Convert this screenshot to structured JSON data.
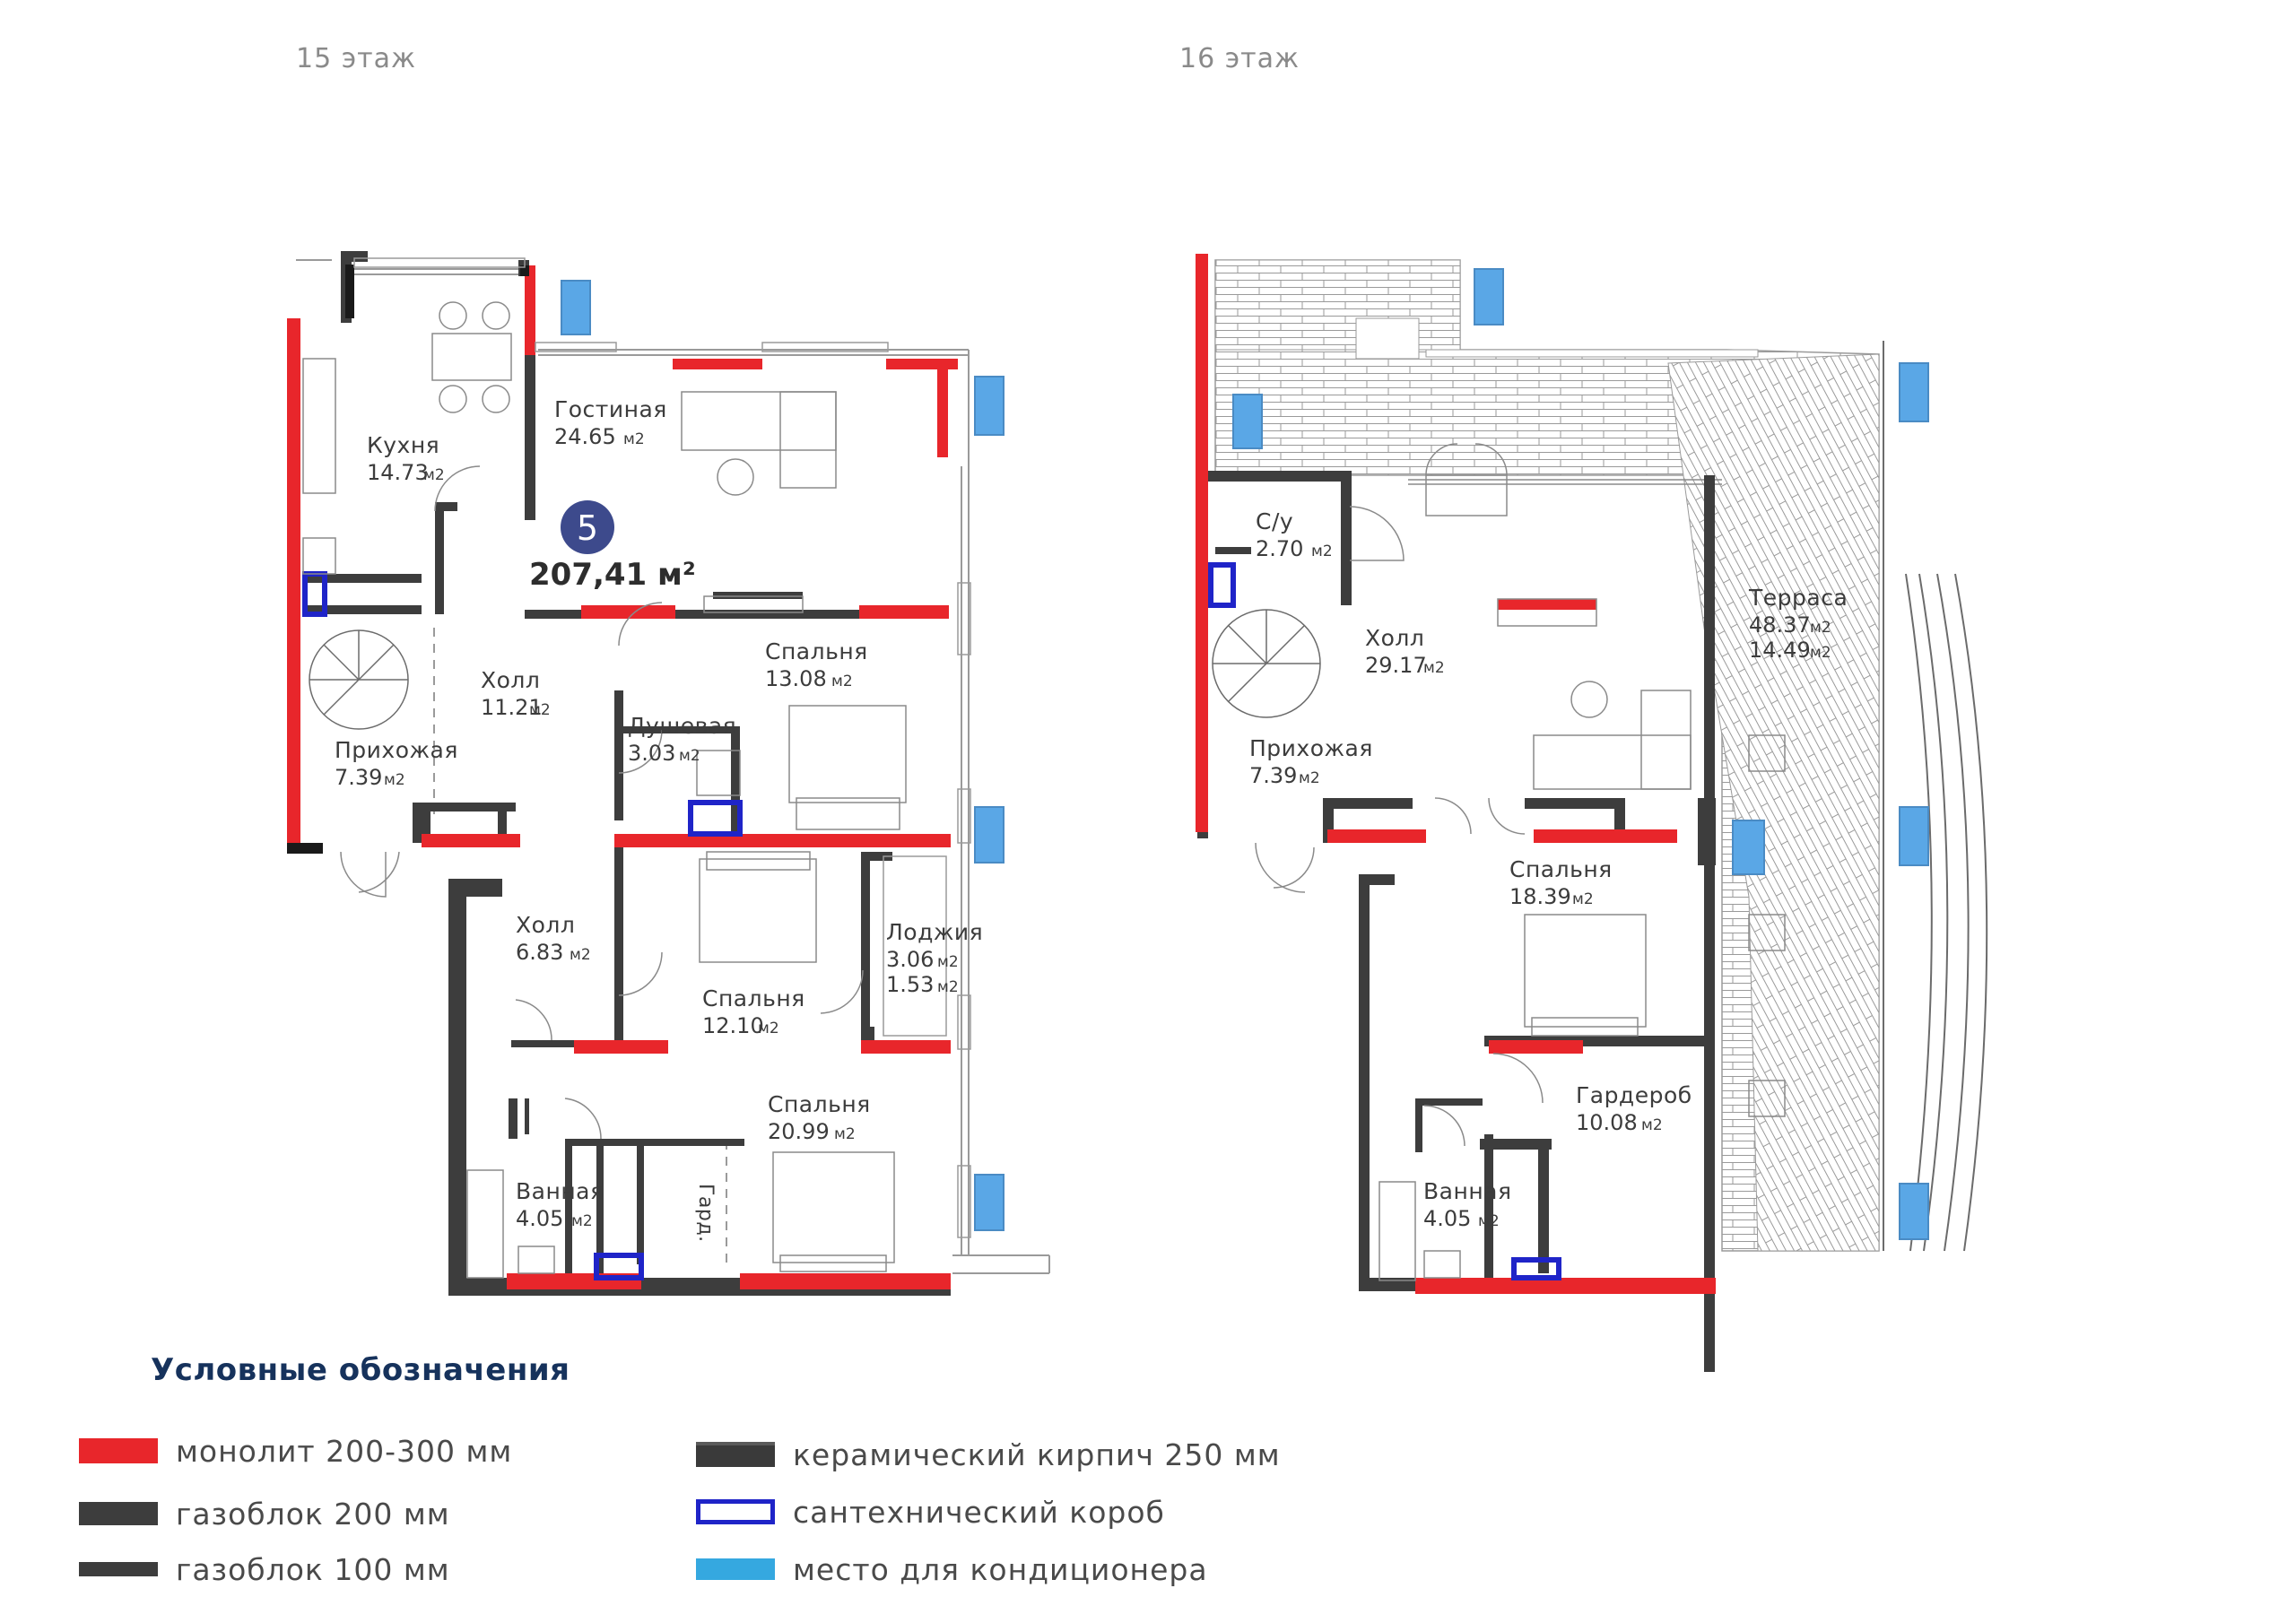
{
  "floors": [
    {
      "title": "15 этаж"
    },
    {
      "title": "16 этаж"
    }
  ],
  "unit": {
    "number": "5",
    "total_area": "207,41 м²"
  },
  "rooms_15": {
    "kitchen": {
      "name": "Кухня",
      "area": "14.73",
      "unit": "м2"
    },
    "living": {
      "name": "Гостиная",
      "area": "24.65",
      "unit": "м2"
    },
    "hall1": {
      "name": "Холл",
      "area": "11.21",
      "unit": "м2"
    },
    "bedroom1": {
      "name": "Спальня",
      "area": "13.08",
      "unit": "м2"
    },
    "shower": {
      "name": "Душевая",
      "area": "3.03",
      "unit": "м2"
    },
    "entry": {
      "name": "Прихожая",
      "area": "7.39",
      "unit": "м2"
    },
    "hall2": {
      "name": "Холл",
      "area": "6.83",
      "unit": "м2"
    },
    "bedroom2": {
      "name": "Спальня",
      "area": "12.10",
      "unit": "м2"
    },
    "loggia": {
      "name": "Лоджия",
      "area": "3.06",
      "area2": "1.53",
      "unit": "м2"
    },
    "bedroom3": {
      "name": "Спальня",
      "area": "20.99",
      "unit": "м2"
    },
    "bath": {
      "name": "Ванная",
      "area": "4.05",
      "unit": "м2"
    },
    "wardrobe_tag": "Гард."
  },
  "rooms_16": {
    "wc": {
      "name": "С/у",
      "area": "2.70",
      "unit": "м2"
    },
    "hall": {
      "name": "Холл",
      "area": "29.17",
      "unit": "м2"
    },
    "terrace": {
      "name": "Терраса",
      "area": "48.37",
      "area2": "14.49",
      "unit": "м2"
    },
    "entry": {
      "name": "Прихожая",
      "area": "7.39",
      "unit": "м2"
    },
    "bedroom": {
      "name": "Спальня",
      "area": "18.39",
      "unit": "м2"
    },
    "wardrobe": {
      "name": "Гардероб",
      "area": "10.08",
      "unit": "м2"
    },
    "bath": {
      "name": "Ванная",
      "area": "4.05",
      "unit": "м2"
    }
  },
  "colors": {
    "monolith": "#e8262b",
    "gasblock": "#3d3d3d",
    "brick": "#3a3a3a",
    "plumbing_border": "#1f24c8",
    "ac_place": "#5aa7e6",
    "unit_badge": "#3d4a8c"
  },
  "legend": {
    "title": "Условные обозначения",
    "items": [
      {
        "label": "монолит 200-300 мм",
        "swatch": "monolith"
      },
      {
        "label": "газоблок 200 мм",
        "swatch": "gasblock"
      },
      {
        "label": "газоблок 100 мм",
        "swatch": "gasblock-thin"
      },
      {
        "label": "керамический кирпич 250 мм",
        "swatch": "brick"
      },
      {
        "label": "сантехнический короб",
        "swatch": "plumbing"
      },
      {
        "label": "место для кондиционера",
        "swatch": "ac"
      }
    ]
  }
}
